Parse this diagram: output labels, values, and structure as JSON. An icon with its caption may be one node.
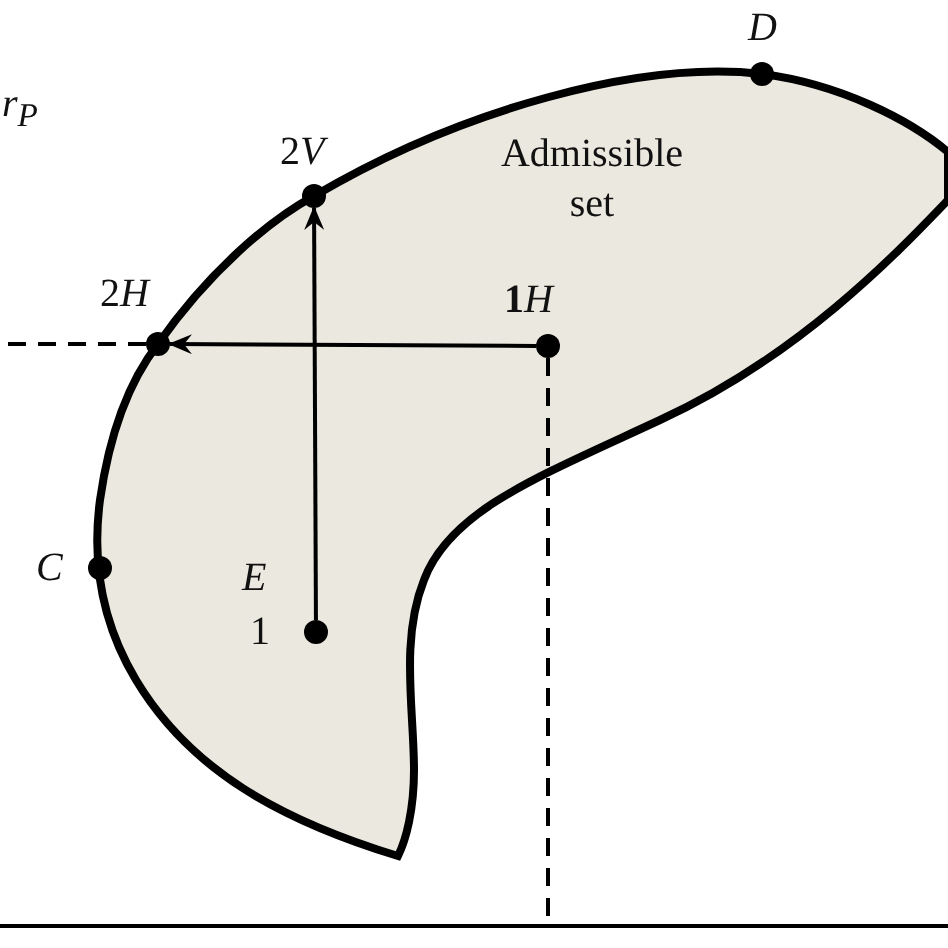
{
  "diagram": {
    "nodes": [
      {
        "text": [
          "Admissible set"
        ]
      },
      {
        "text": [],
        "shape": "circle",
        "beside": [
          "D"
        ]
      },
      {
        "text": [],
        "shape": "circle",
        "beside": [
          "2V"
        ]
      },
      {
        "text": [],
        "shape": "circle",
        "beside": [
          "2H"
        ]
      },
      {
        "text": [],
        "shape": "circle",
        "beside": [
          "**1**H"
        ],
        "in": 0
      },
      {
        "text": [],
        "shape": "circle",
        "beside": [
          "C"
        ]
      },
      {
        "text": [],
        "shape": "circle",
        "beside": [
          "E",
          "1"
        ],
        "in": 0
      }
    ],
    "edges": [
      {
        "from": 6,
        "to": 2,
        "arrow": "to"
      },
      {
        "from": 4,
        "to": 3,
        "arrow": "to"
      },
      {
        "from": 3,
        "to": null,
        "arrow": "none",
        "style": "dashed"
      },
      {
        "from": 4,
        "to": null,
        "arrow": "none",
        "style": "dashed"
      }
    ],
    "labels": [
      "r$_{P}$"
    ]
  }
}
